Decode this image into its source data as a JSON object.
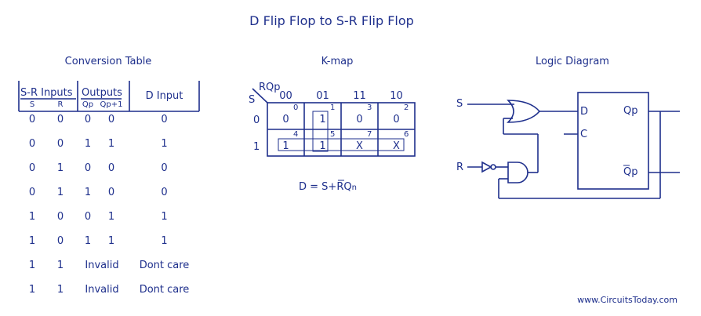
{
  "title": "D Flip Flop to S-R Flip Flop",
  "sections": {
    "table_heading": "Conversion Table",
    "kmap_heading": "K-map",
    "logic_heading": "Logic Diagram"
  },
  "table": {
    "group_sr": "S-R Inputs",
    "group_outputs": "Outputs",
    "col_s": "S",
    "col_r": "R",
    "col_qp": "Qp",
    "col_qp1": "Qp+1",
    "col_d": "D Input",
    "rows": [
      {
        "s": "0",
        "r": "0",
        "qp": "0",
        "qp1": "0",
        "d": "0"
      },
      {
        "s": "0",
        "r": "0",
        "qp": "1",
        "qp1": "1",
        "d": "1"
      },
      {
        "s": "0",
        "r": "1",
        "qp": "0",
        "qp1": "0",
        "d": "0"
      },
      {
        "s": "0",
        "r": "1",
        "qp": "1",
        "qp1": "0",
        "d": "0"
      },
      {
        "s": "1",
        "r": "0",
        "qp": "0",
        "qp1": "1",
        "d": "1"
      },
      {
        "s": "1",
        "r": "0",
        "qp": "1",
        "qp1": "1",
        "d": "1"
      },
      {
        "s": "1",
        "r": "1",
        "out": "Invalid",
        "d": "Dont care"
      },
      {
        "s": "1",
        "r": "1",
        "out": "Invalid",
        "d": "Dont care"
      }
    ]
  },
  "kmap": {
    "row_var": "S",
    "col_var": "RQp",
    "col_labels": [
      "00",
      "01",
      "11",
      "10"
    ],
    "row_labels": [
      "0",
      "1"
    ],
    "cells": [
      [
        "0",
        "1",
        "0",
        "0"
      ],
      [
        "1",
        "1",
        "X",
        "X"
      ]
    ],
    "indices": [
      [
        "0",
        "1",
        "3",
        "2"
      ],
      [
        "4",
        "5",
        "7",
        "6"
      ]
    ],
    "equation": {
      "prefix": "D = S+",
      "bar": "R",
      "mid": "Q",
      "sub": "n"
    }
  },
  "logic": {
    "input_s": "S",
    "input_r": "R",
    "pin_d": "D",
    "pin_c": "C",
    "out_q": "Qp",
    "out_qbar": "Qp"
  },
  "footer": "www.CircuitsToday.com"
}
